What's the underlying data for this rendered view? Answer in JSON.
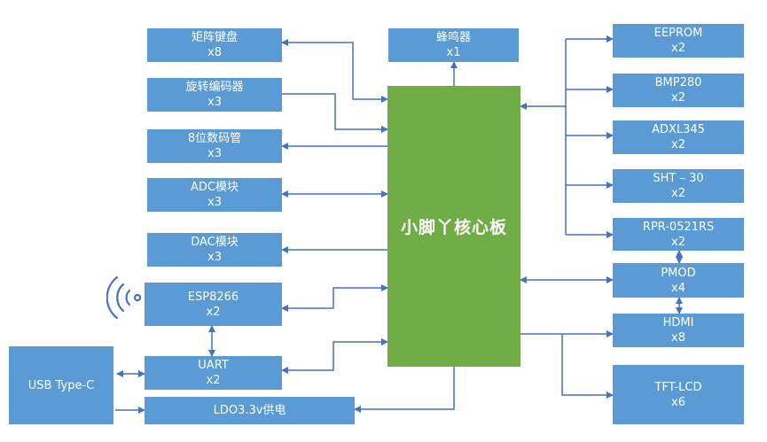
{
  "core": {
    "label": "小脚丫核心板"
  },
  "left": {
    "keyboard": {
      "name": "矩阵键盘",
      "count": "x8"
    },
    "encoder": {
      "name": "旋转编码器",
      "count": "x3"
    },
    "segment": {
      "name": "8位数码管",
      "count": "x3"
    },
    "adc": {
      "name": "ADC模块",
      "count": "x3"
    },
    "dac": {
      "name": "DAC模块",
      "count": "x3"
    },
    "esp": {
      "name": "ESP8266",
      "count": "x2"
    },
    "uart": {
      "name": "UART",
      "count": "x2"
    },
    "usb": {
      "name": "USB Type-C"
    },
    "ldo": {
      "name": "LDO3.3v供电"
    }
  },
  "top": {
    "buzzer": {
      "name": "蜂鸣器",
      "count": "x1"
    }
  },
  "right": {
    "eeprom": {
      "name": "EEPROM",
      "count": "x2"
    },
    "bmp": {
      "name": "BMP280",
      "count": "x2"
    },
    "adxl": {
      "name": "ADXL345",
      "count": "x2"
    },
    "sht": {
      "name": "SHT – 30",
      "count": "x2"
    },
    "rpr": {
      "name": "RPR-0521RS",
      "count": "x2"
    },
    "pmod": {
      "name": "PMOD",
      "count": "x4"
    },
    "hdmi": {
      "name": "HDMI",
      "count": "x8"
    },
    "tft": {
      "name": "TFT-LCD",
      "count": "x6"
    }
  },
  "colors": {
    "module": "#5b9bd5",
    "core": "#70ad47",
    "connector": "#4472c4"
  }
}
